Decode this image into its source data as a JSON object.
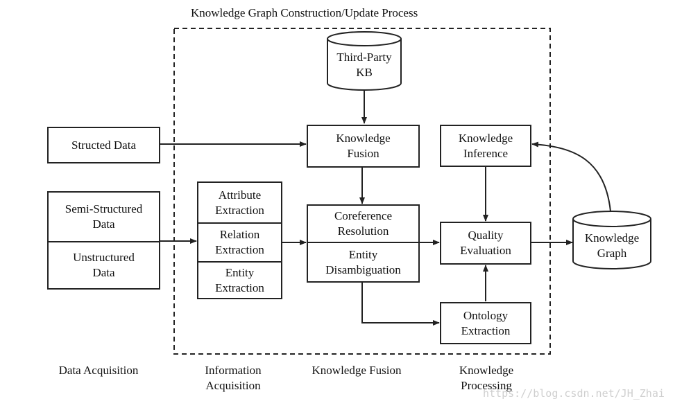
{
  "title": "Knowledge Graph Construction/Update Process",
  "nodes": {
    "third_party_kb": [
      "Third-Party",
      "KB"
    ],
    "structed_data": "Structed Data",
    "semi_structured": [
      "Semi-Structured",
      "Data"
    ],
    "unstructured": [
      "Unstructured",
      "Data"
    ],
    "attribute_extraction": [
      "Attribute",
      "Extraction"
    ],
    "relation_extraction": [
      "Relation",
      "Extraction"
    ],
    "entity_extraction": [
      "Entity",
      "Extraction"
    ],
    "knowledge_fusion": [
      "Knowledge",
      "Fusion"
    ],
    "coreference_resolution": [
      "Coreference",
      "Resolution"
    ],
    "entity_disambiguation": [
      "Entity",
      "Disambiguation"
    ],
    "knowledge_inference": [
      "Knowledge",
      "Inference"
    ],
    "quality_evaluation": [
      "Quality",
      "Evaluation"
    ],
    "ontology_extraction": [
      "Ontology",
      "Extraction"
    ],
    "knowledge_graph": [
      "Knowledge",
      "Graph"
    ]
  },
  "stages": {
    "data_acquisition": "Data Acquisition",
    "information_acquisition": [
      "Information",
      "Acquisition"
    ],
    "knowledge_fusion": "Knowledge Fusion",
    "knowledge_processing": [
      "Knowledge",
      "Processing"
    ]
  },
  "watermark": "https://blog.csdn.net/JH_Zhai"
}
